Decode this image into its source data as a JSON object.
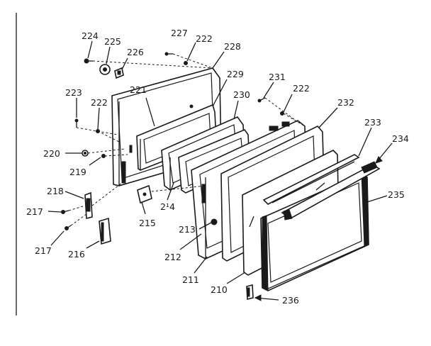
{
  "callouts": [
    {
      "id": "224",
      "text": "224"
    },
    {
      "id": "225",
      "text": "225"
    },
    {
      "id": "226",
      "text": "226"
    },
    {
      "id": "227",
      "text": "227"
    },
    {
      "id": "222a",
      "text": "222"
    },
    {
      "id": "228",
      "text": "228"
    },
    {
      "id": "221",
      "text": "221"
    },
    {
      "id": "229",
      "text": "229"
    },
    {
      "id": "231",
      "text": "231"
    },
    {
      "id": "222b",
      "text": "222"
    },
    {
      "id": "223",
      "text": "223"
    },
    {
      "id": "222c",
      "text": "222"
    },
    {
      "id": "230",
      "text": "230"
    },
    {
      "id": "232",
      "text": "232"
    },
    {
      "id": "233",
      "text": "233"
    },
    {
      "id": "234",
      "text": "234"
    },
    {
      "id": "220",
      "text": "220"
    },
    {
      "id": "219",
      "text": "219"
    },
    {
      "id": "214",
      "text": "2¹4"
    },
    {
      "id": "218",
      "text": "218"
    },
    {
      "id": "235",
      "text": "235"
    },
    {
      "id": "217a",
      "text": "217"
    },
    {
      "id": "215",
      "text": "215"
    },
    {
      "id": "213",
      "text": "213"
    },
    {
      "id": "217b",
      "text": "217"
    },
    {
      "id": "216",
      "text": "216"
    },
    {
      "id": "212",
      "text": "212"
    },
    {
      "id": "211",
      "text": "211"
    },
    {
      "id": "210",
      "text": "210"
    },
    {
      "id": "236",
      "text": "236"
    }
  ]
}
